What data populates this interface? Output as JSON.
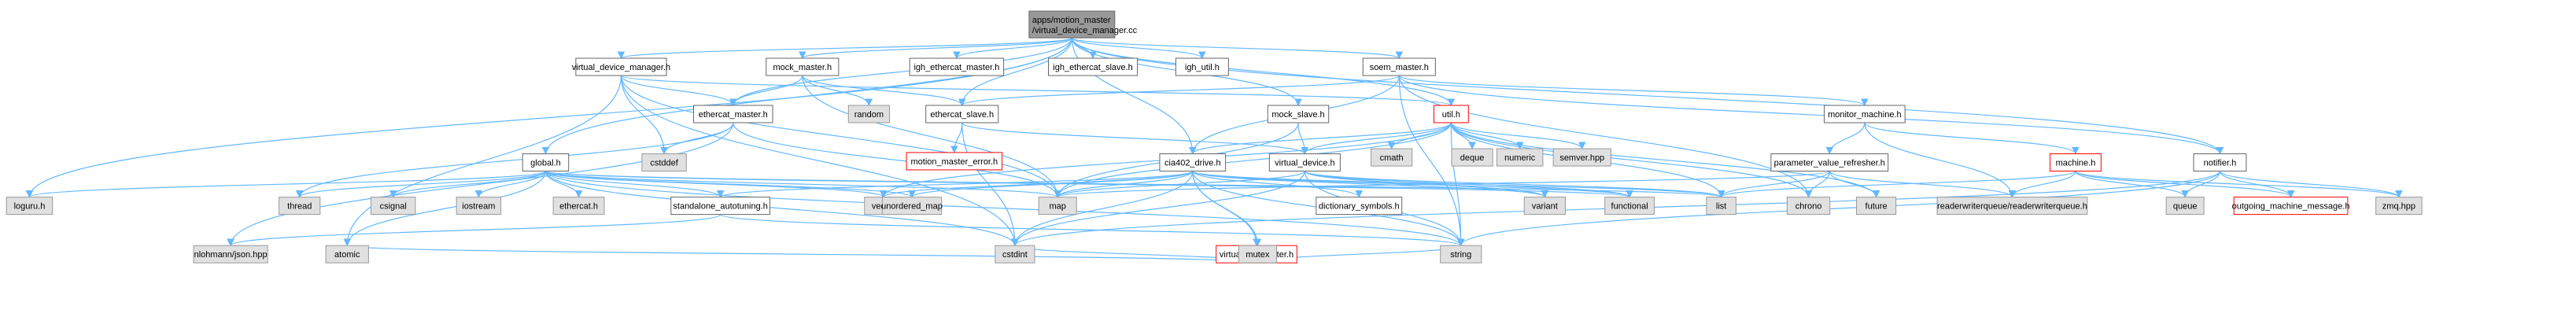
{
  "diagram": {
    "root": "apps/motion_master/virtual_device_manager.cc",
    "colors": {
      "edge": "#63b8ff",
      "root_fill": "#999999",
      "root_border": "#666666",
      "node_fill": "#ffffff",
      "node_border": "#666666",
      "external_fill": "#e0e0e0",
      "external_border": "#999999",
      "truncated_border": "#ff0000"
    },
    "nodes": [
      {
        "id": "root",
        "lines": [
          "apps/motion_master",
          "/virtual_device_manager.cc"
        ],
        "kind": "root"
      },
      {
        "id": "vdm_h",
        "lines": [
          "virtual_device_manager.h"
        ],
        "kind": "file"
      },
      {
        "id": "mock_master_h",
        "lines": [
          "mock_master.h"
        ],
        "kind": "file"
      },
      {
        "id": "igh_ethercat_master_h",
        "lines": [
          "igh_ethercat_master.h"
        ],
        "kind": "file"
      },
      {
        "id": "igh_ethercat_slave_h",
        "lines": [
          "igh_ethercat_slave.h"
        ],
        "kind": "file"
      },
      {
        "id": "igh_util_h",
        "lines": [
          "igh_util.h"
        ],
        "kind": "file"
      },
      {
        "id": "soem_master_h",
        "lines": [
          "soem_master.h"
        ],
        "kind": "file"
      },
      {
        "id": "random",
        "lines": [
          "random"
        ],
        "kind": "external"
      },
      {
        "id": "ethercat_master_h",
        "lines": [
          "ethercat_master.h"
        ],
        "kind": "file"
      },
      {
        "id": "ethercat_slave_h",
        "lines": [
          "ethercat_slave.h"
        ],
        "kind": "file"
      },
      {
        "id": "mock_slave_h",
        "lines": [
          "mock_slave.h"
        ],
        "kind": "file"
      },
      {
        "id": "util_h",
        "lines": [
          "util.h"
        ],
        "kind": "truncated"
      },
      {
        "id": "monitor_machine_h",
        "lines": [
          "monitor_machine.h"
        ],
        "kind": "file"
      },
      {
        "id": "cstddef",
        "lines": [
          "cstddef"
        ],
        "kind": "external"
      },
      {
        "id": "motion_master_error_h",
        "lines": [
          "motion_master_error.h"
        ],
        "kind": "truncated"
      },
      {
        "id": "cmath",
        "lines": [
          "cmath"
        ],
        "kind": "external"
      },
      {
        "id": "deque",
        "lines": [
          "deque"
        ],
        "kind": "external"
      },
      {
        "id": "numeric",
        "lines": [
          "numeric"
        ],
        "kind": "external"
      },
      {
        "id": "semver_hpp",
        "lines": [
          "semver.hpp"
        ],
        "kind": "external"
      },
      {
        "id": "global_h",
        "lines": [
          "global.h"
        ],
        "kind": "file"
      },
      {
        "id": "cia402_drive_h",
        "lines": [
          "cia402_drive.h"
        ],
        "kind": "file"
      },
      {
        "id": "virtual_device_h",
        "lines": [
          "virtual_device.h"
        ],
        "kind": "file"
      },
      {
        "id": "parameter_value_refresher_h",
        "lines": [
          "parameter_value_refresher.h"
        ],
        "kind": "file"
      },
      {
        "id": "machine_h",
        "lines": [
          "machine.h"
        ],
        "kind": "truncated"
      },
      {
        "id": "notifier_h",
        "lines": [
          "notifier.h"
        ],
        "kind": "file"
      },
      {
        "id": "loguru_h",
        "lines": [
          "loguru.h"
        ],
        "kind": "external"
      },
      {
        "id": "thread",
        "lines": [
          "thread"
        ],
        "kind": "external"
      },
      {
        "id": "csignal",
        "lines": [
          "csignal"
        ],
        "kind": "external"
      },
      {
        "id": "iostream",
        "lines": [
          "iostream"
        ],
        "kind": "external"
      },
      {
        "id": "ethercat_h",
        "lines": [
          "ethercat.h"
        ],
        "kind": "external"
      },
      {
        "id": "standalone_autotuning_h",
        "lines": [
          "standalone_autotuning.h"
        ],
        "kind": "file"
      },
      {
        "id": "vector",
        "lines": [
          "vector"
        ],
        "kind": "external"
      },
      {
        "id": "unordered_map",
        "lines": [
          "unordered_map"
        ],
        "kind": "external"
      },
      {
        "id": "map",
        "lines": [
          "map"
        ],
        "kind": "external"
      },
      {
        "id": "dictionary_symbols_h",
        "lines": [
          "dictionary_symbols.h"
        ],
        "kind": "file"
      },
      {
        "id": "variant",
        "lines": [
          "variant"
        ],
        "kind": "external"
      },
      {
        "id": "functional",
        "lines": [
          "functional"
        ],
        "kind": "external"
      },
      {
        "id": "list",
        "lines": [
          "list"
        ],
        "kind": "external"
      },
      {
        "id": "chrono",
        "lines": [
          "chrono"
        ],
        "kind": "external"
      },
      {
        "id": "future",
        "lines": [
          "future"
        ],
        "kind": "external"
      },
      {
        "id": "rwqueue_h",
        "lines": [
          "readerwriterqueue/readerwriterqueue.h"
        ],
        "kind": "external"
      },
      {
        "id": "queue",
        "lines": [
          "queue"
        ],
        "kind": "external"
      },
      {
        "id": "outgoing_machine_message_h",
        "lines": [
          "outgoing_machine_message.h"
        ],
        "kind": "truncated"
      },
      {
        "id": "zmq_hpp",
        "lines": [
          "zmq.hpp"
        ],
        "kind": "external"
      },
      {
        "id": "virtual_parameter_h",
        "lines": [
          "virtual_parameter.h"
        ],
        "kind": "truncated"
      },
      {
        "id": "nlohmann_json_hpp",
        "lines": [
          "nlohmann/json.hpp"
        ],
        "kind": "external"
      },
      {
        "id": "atomic",
        "lines": [
          "atomic"
        ],
        "kind": "external"
      },
      {
        "id": "cstdint",
        "lines": [
          "cstdint"
        ],
        "kind": "external"
      },
      {
        "id": "mutex",
        "lines": [
          "mutex"
        ],
        "kind": "external"
      },
      {
        "id": "string",
        "lines": [
          "string"
        ],
        "kind": "external"
      }
    ],
    "edges": [
      [
        "root",
        "vdm_h"
      ],
      [
        "root",
        "mock_master_h"
      ],
      [
        "root",
        "igh_ethercat_master_h"
      ],
      [
        "root",
        "igh_ethercat_slave_h"
      ],
      [
        "root",
        "igh_util_h"
      ],
      [
        "root",
        "soem_master_h"
      ],
      [
        "root",
        "mock_slave_h"
      ],
      [
        "root",
        "util_h"
      ],
      [
        "root",
        "loguru_h"
      ],
      [
        "root",
        "global_h"
      ],
      [
        "root",
        "cia402_drive_h"
      ],
      [
        "root",
        "ethercat_master_h"
      ],
      [
        "root",
        "ethercat_slave_h"
      ],
      [
        "root",
        "notifier_h"
      ],
      [
        "vdm_h",
        "ethercat_master_h"
      ],
      [
        "vdm_h",
        "cstddef"
      ],
      [
        "vdm_h",
        "map"
      ],
      [
        "vdm_h",
        "atomic"
      ],
      [
        "vdm_h",
        "util_h"
      ],
      [
        "vdm_h",
        "cstdint"
      ],
      [
        "mock_master_h",
        "random"
      ],
      [
        "mock_master_h",
        "ethercat_master_h"
      ],
      [
        "mock_master_h",
        "ethercat_slave_h"
      ],
      [
        "mock_master_h",
        "map"
      ],
      [
        "soem_master_h",
        "ethercat_slave_h"
      ],
      [
        "soem_master_h",
        "cia402_drive_h"
      ],
      [
        "soem_master_h",
        "monitor_machine_h"
      ],
      [
        "soem_master_h",
        "notifier_h"
      ],
      [
        "soem_master_h",
        "chrono"
      ],
      [
        "soem_master_h",
        "string"
      ],
      [
        "ethercat_master_h",
        "cstddef"
      ],
      [
        "ethercat_master_h",
        "map"
      ],
      [
        "ethercat_master_h",
        "nlohmann_json_hpp"
      ],
      [
        "ethercat_master_h",
        "thread"
      ],
      [
        "ethercat_slave_h",
        "motion_master_error_h"
      ],
      [
        "ethercat_slave_h",
        "cstdint"
      ],
      [
        "ethercat_slave_h",
        "virtual_device_h"
      ],
      [
        "mock_slave_h",
        "virtual_device_h"
      ],
      [
        "mock_slave_h",
        "map"
      ],
      [
        "util_h",
        "cmath"
      ],
      [
        "util_h",
        "deque"
      ],
      [
        "util_h",
        "numeric"
      ],
      [
        "util_h",
        "semver_hpp"
      ],
      [
        "util_h",
        "cia402_drive_h"
      ],
      [
        "util_h",
        "virtual_device_h"
      ],
      [
        "util_h",
        "list"
      ],
      [
        "util_h",
        "chrono"
      ],
      [
        "util_h",
        "string"
      ],
      [
        "util_h",
        "map"
      ],
      [
        "util_h",
        "vector"
      ],
      [
        "util_h",
        "future"
      ],
      [
        "monitor_machine_h",
        "machine_h"
      ],
      [
        "monitor_machine_h",
        "parameter_value_refresher_h"
      ],
      [
        "monitor_machine_h",
        "rwqueue_h"
      ],
      [
        "global_h",
        "loguru_h"
      ],
      [
        "global_h",
        "thread"
      ],
      [
        "global_h",
        "csignal"
      ],
      [
        "global_h",
        "iostream"
      ],
      [
        "global_h",
        "ethercat_h"
      ],
      [
        "global_h",
        "standalone_autotuning_h"
      ],
      [
        "global_h",
        "vector"
      ],
      [
        "global_h",
        "unordered_map"
      ],
      [
        "global_h",
        "map"
      ],
      [
        "global_h",
        "atomic"
      ],
      [
        "global_h",
        "cstdint"
      ],
      [
        "global_h",
        "string"
      ],
      [
        "global_h",
        "list"
      ],
      [
        "global_h",
        "functional"
      ],
      [
        "cia402_drive_h",
        "standalone_autotuning_h"
      ],
      [
        "cia402_drive_h",
        "dictionary_symbols_h"
      ],
      [
        "cia402_drive_h",
        "virtual_parameter_h"
      ],
      [
        "cia402_drive_h",
        "map"
      ],
      [
        "cia402_drive_h",
        "list"
      ],
      [
        "cia402_drive_h",
        "functional"
      ],
      [
        "cia402_drive_h",
        "variant"
      ],
      [
        "cia402_drive_h",
        "mutex"
      ],
      [
        "cia402_drive_h",
        "cstdint"
      ],
      [
        "cia402_drive_h",
        "string"
      ],
      [
        "cia402_drive_h",
        "vector"
      ],
      [
        "cia402_drive_h",
        "unordered_map"
      ],
      [
        "virtual_device_h",
        "map"
      ],
      [
        "virtual_device_h",
        "variant"
      ],
      [
        "virtual_device_h",
        "list"
      ],
      [
        "virtual_device_h",
        "functional"
      ],
      [
        "virtual_device_h",
        "string"
      ],
      [
        "virtual_device_h",
        "cstdint"
      ],
      [
        "parameter_value_refresher_h",
        "list"
      ],
      [
        "parameter_value_refresher_h",
        "future"
      ],
      [
        "parameter_value_refresher_h",
        "chrono"
      ],
      [
        "parameter_value_refresher_h",
        "rwqueue_h"
      ],
      [
        "parameter_value_refresher_h",
        "map"
      ],
      [
        "machine_h",
        "queue"
      ],
      [
        "machine_h",
        "outgoing_machine_message_h"
      ],
      [
        "machine_h",
        "zmq_hpp"
      ],
      [
        "machine_h",
        "rwqueue_h"
      ],
      [
        "machine_h",
        "list"
      ],
      [
        "notifier_h",
        "queue"
      ],
      [
        "notifier_h",
        "outgoing_machine_message_h"
      ],
      [
        "notifier_h",
        "zmq_hpp"
      ],
      [
        "notifier_h",
        "string"
      ],
      [
        "notifier_h",
        "cstdint"
      ],
      [
        "standalone_autotuning_h",
        "nlohmann_json_hpp"
      ],
      [
        "standalone_autotuning_h",
        "string"
      ],
      [
        "virtual_parameter_h",
        "atomic"
      ],
      [
        "virtual_parameter_h",
        "cstdint"
      ],
      [
        "virtual_parameter_h",
        "mutex"
      ],
      [
        "virtual_parameter_h",
        "string"
      ]
    ]
  }
}
